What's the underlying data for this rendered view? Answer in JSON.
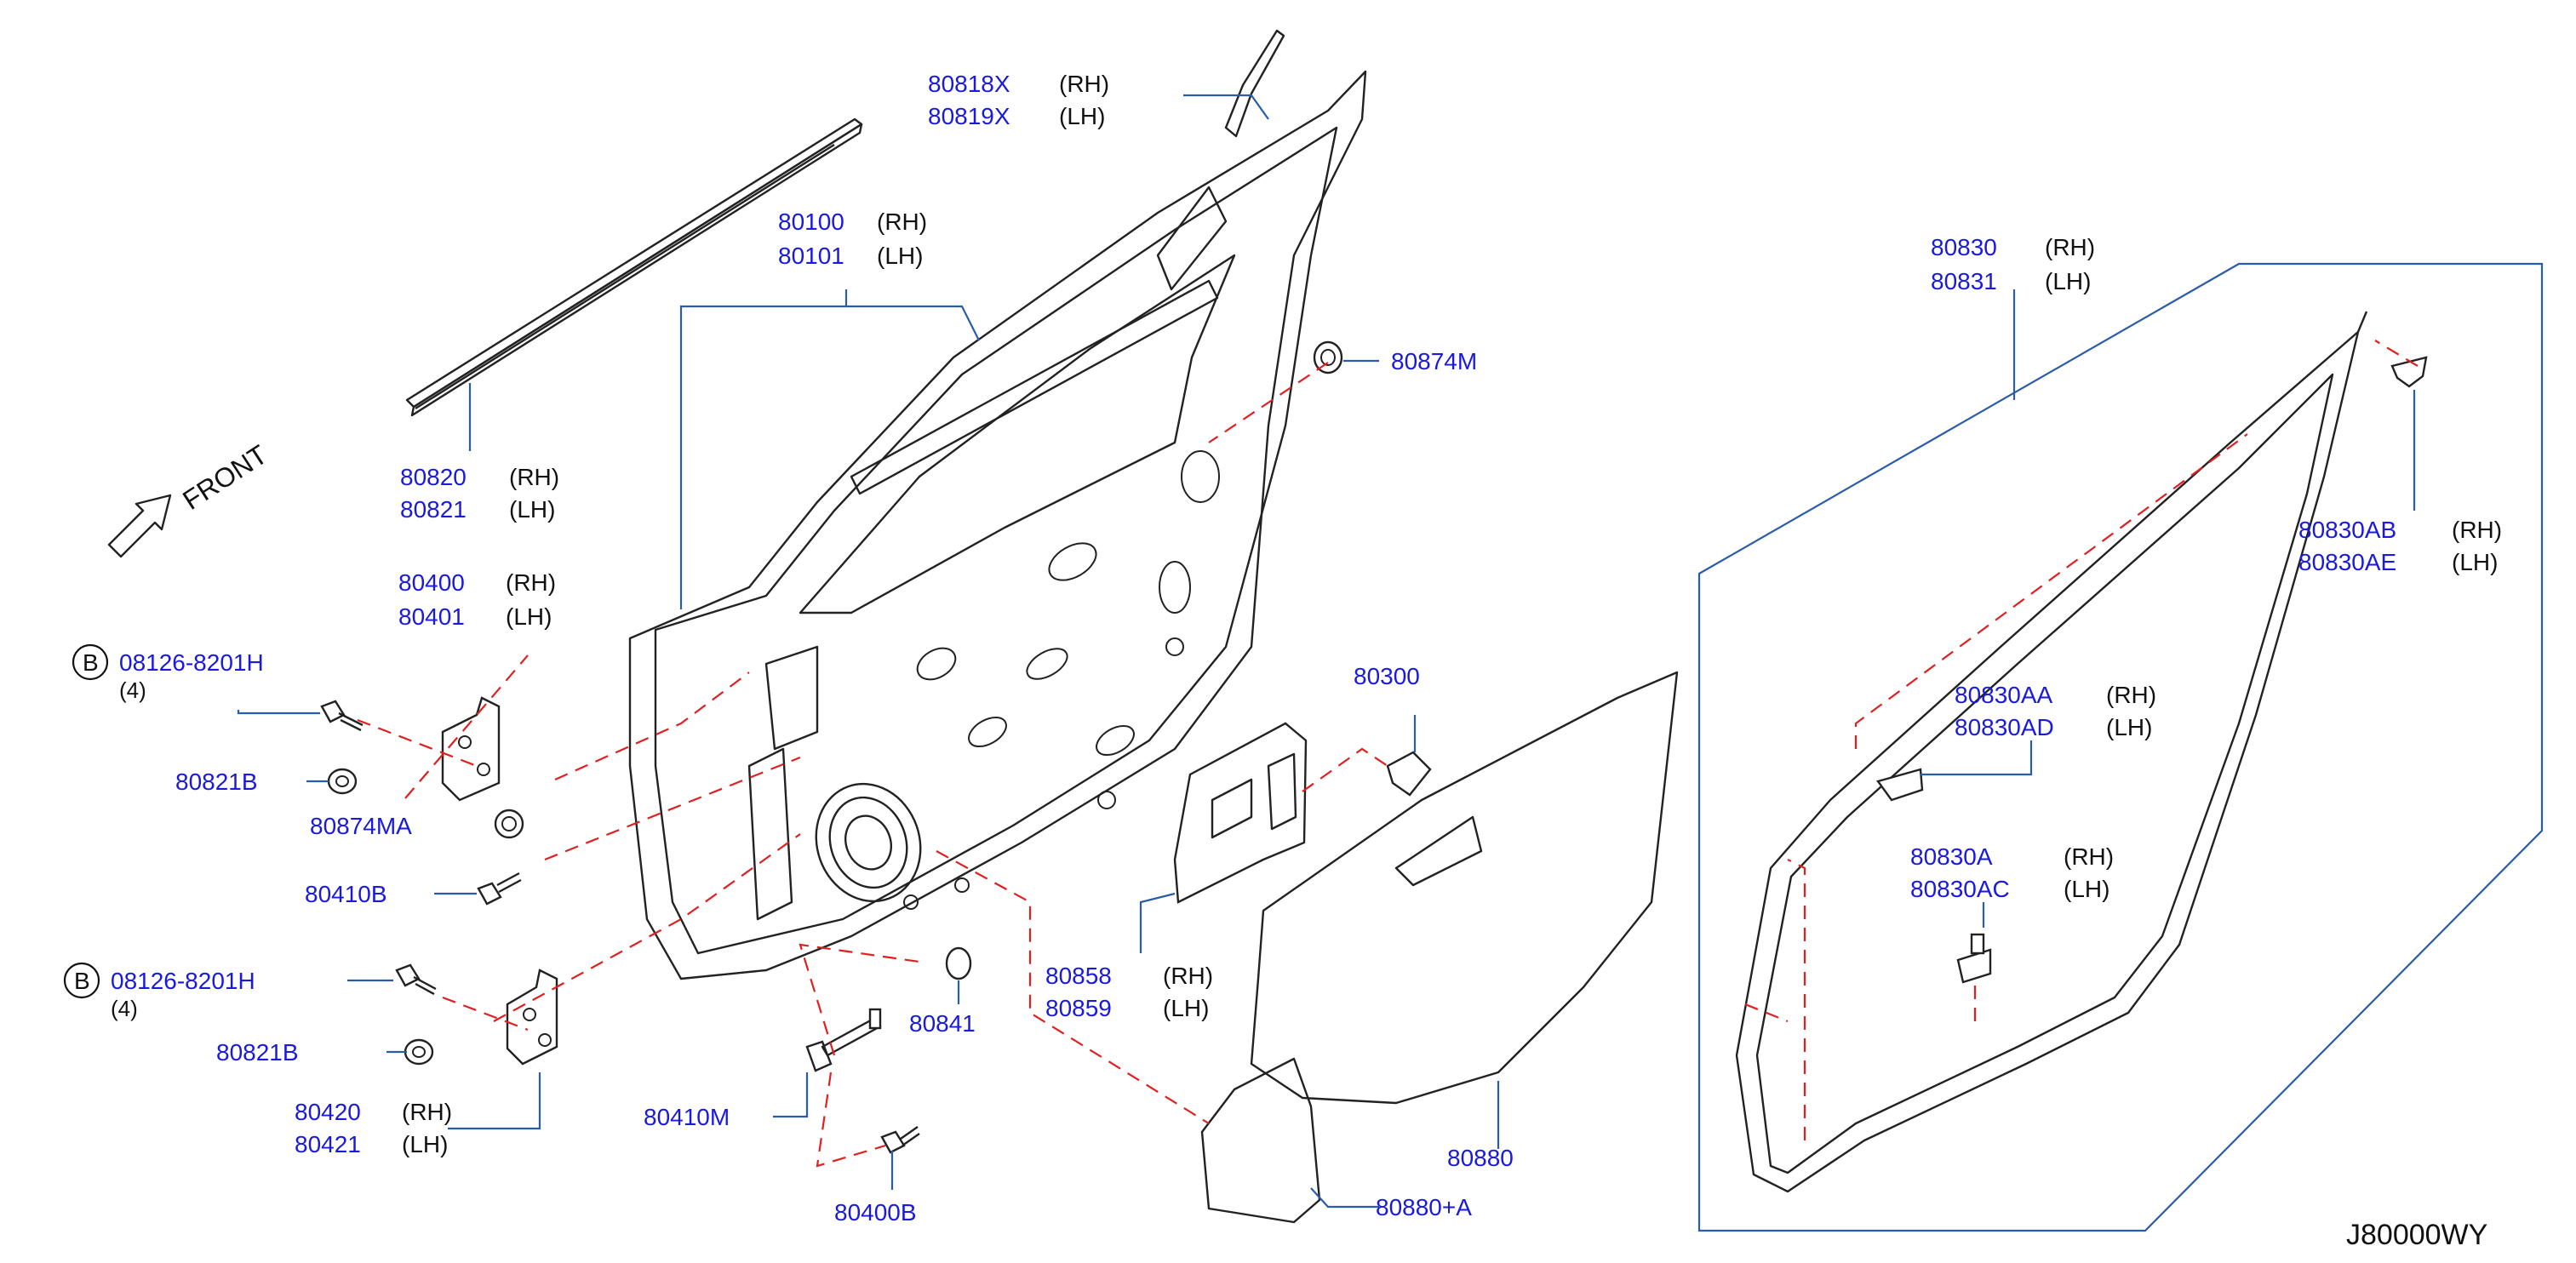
{
  "diagram_code": "J80000WY",
  "front_label": "FRONT",
  "bolt_circle_letter": "B",
  "callouts": {
    "c80818": {
      "pn1": "80818X",
      "pn2": "80819X",
      "side1": "(RH)",
      "side2": "(LH)"
    },
    "c80100": {
      "pn1": "80100",
      "pn2": "80101",
      "side1": "(RH)",
      "side2": "(LH)"
    },
    "c80820": {
      "pn1": "80820",
      "pn2": "80821",
      "side1": "(RH)",
      "side2": "(LH)"
    },
    "c80400": {
      "pn1": "80400",
      "pn2": "80401",
      "side1": "(RH)",
      "side2": "(LH)"
    },
    "c80874M": {
      "pn": "80874M"
    },
    "b1": {
      "pn": "08126-8201H",
      "qty": "(4)"
    },
    "c80821B_1": {
      "pn": "80821B"
    },
    "c80874MA": {
      "pn": "80874MA"
    },
    "c80410B": {
      "pn": "80410B"
    },
    "b2": {
      "pn": "08126-8201H",
      "qty": "(4)"
    },
    "c80821B_2": {
      "pn": "80821B"
    },
    "c80420": {
      "pn1": "80420",
      "pn2": "80421",
      "side1": "(RH)",
      "side2": "(LH)"
    },
    "c80410M": {
      "pn": "80410M"
    },
    "c80400B": {
      "pn": "80400B"
    },
    "c80841": {
      "pn": "80841"
    },
    "c80858": {
      "pn1": "80858",
      "pn2": "80859",
      "side1": "(RH)",
      "side2": "(LH)"
    },
    "c80300": {
      "pn": "80300"
    },
    "c80880": {
      "pn": "80880"
    },
    "c80880A": {
      "pn": "80880+A"
    },
    "c80830": {
      "pn1": "80830",
      "pn2": "80831",
      "side1": "(RH)",
      "side2": "(LH)"
    },
    "c80830AB": {
      "pn1": "80830AB",
      "pn2": "80830AE",
      "side1": "(RH)",
      "side2": "(LH)"
    },
    "c80830AA": {
      "pn1": "80830AA",
      "pn2": "80830AD",
      "side1": "(RH)",
      "side2": "(LH)"
    },
    "c80830A": {
      "pn1": "80830A",
      "pn2": "80830AC",
      "side1": "(RH)",
      "side2": "(LH)"
    }
  }
}
